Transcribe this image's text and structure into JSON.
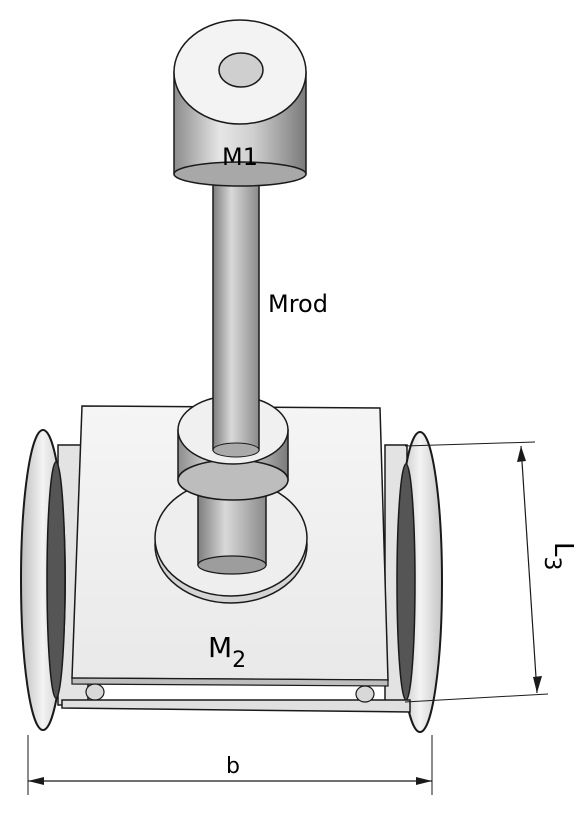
{
  "labels": {
    "mass_top": "M1",
    "rod": "Mrod",
    "mass_base_letter": "M",
    "mass_base_sub": "2",
    "length_letter": "L",
    "length_sub": "3",
    "width": "b"
  },
  "colors": {
    "body_light": "#f2f2f2",
    "body_mid": "#d6d6d6",
    "body_dark": "#9a9a9a",
    "outline": "#1a1a1a"
  }
}
